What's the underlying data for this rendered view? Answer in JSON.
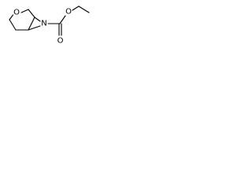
{
  "molecule": {
    "atom_labels": {
      "ring_oxygen": "O",
      "nitrogen": "N",
      "carbonyl_oxygen": "O",
      "ester_oxygen": "O"
    },
    "bond_color": "#000000",
    "background": "#ffffff"
  }
}
